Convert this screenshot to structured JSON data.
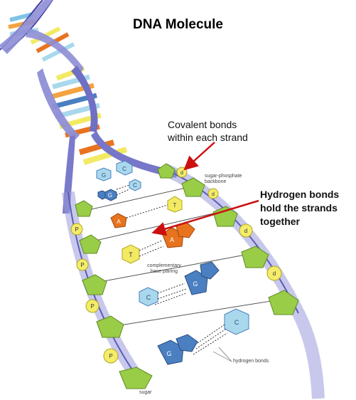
{
  "title": "DNA Molecule",
  "annotations": {
    "covalent_line1": "Covalent bonds",
    "covalent_line2": "within each strand",
    "hydrogen_line1": "Hydrogen bonds",
    "hydrogen_line2": "hold the strands",
    "hydrogen_line3": "together"
  },
  "diagram_labels": {
    "backbone_line1": "sugar-phosphate",
    "backbone_line2": "backbone",
    "pairing_line1": "complementary",
    "pairing_line2": "base pairing",
    "hydrogen_bonds": "hydrogen bonds",
    "sugar": "sugar"
  },
  "bases": {
    "guanine": "G",
    "cytosine": "C",
    "adenine": "A",
    "thymine": "T"
  },
  "phosphate_symbol": "P",
  "deoxyribose_symbol": "d",
  "colors": {
    "backbone": "#8e8ed6",
    "backbone_dark": "#3d3d9e",
    "sugar": "#9acd47",
    "phosphate": "#f4ec6a",
    "guanine": "#4a7fc1",
    "cytosine": "#a9d8ec",
    "adenine": "#e8731e",
    "thymine": "#f3ea64",
    "arrow": "#cc1010"
  }
}
